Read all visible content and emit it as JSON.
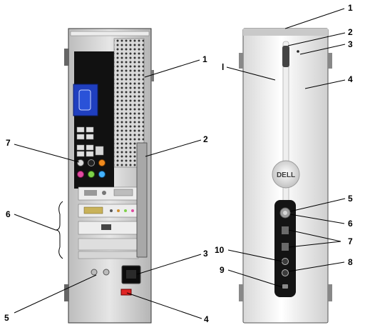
{
  "figure": {
    "brand_logo": "DELL",
    "back_view_callouts": [
      "1",
      "2",
      "3",
      "4",
      "5",
      "6",
      "7"
    ],
    "front_view_callouts": [
      "1",
      "2",
      "3",
      "4",
      "5",
      "6",
      "7",
      "8",
      "9",
      "10"
    ]
  }
}
